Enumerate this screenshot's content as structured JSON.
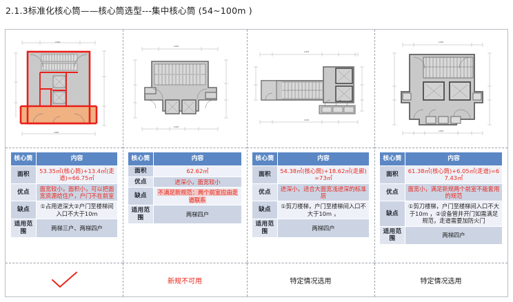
{
  "page": {
    "title": "2.1.3标准化核心筒——核心筒选型---集中核心筒 (54~100m )"
  },
  "colors": {
    "header_blue": "#5b87c4",
    "label_cell": "#ccd4e4",
    "value_cell": "#eef1f8",
    "value_cell_alt": "#ccd4e4",
    "accent_red": "#e8271c",
    "frame_gray": "#b9bdc4",
    "plan_red": "#e8201a",
    "plan_orange": "#f0b183",
    "plan_gray": "#c9c9c9"
  },
  "table_headers": {
    "label": "核心筒",
    "content": "内容"
  },
  "row_labels": {
    "area": "面积",
    "pros": "优点",
    "cons": "缺点",
    "scope": "适用范围"
  },
  "panels": [
    {
      "id": "panel-1",
      "plan_name": "plan-drawing-red-core",
      "area": "53.35㎡(核心筒)+13.4㎡(走道)=66.75㎡",
      "pros": "面宽较小，面积小，可以把面宽资源给住户，户门不在前室",
      "cons": "①占用进深大②户门至楼梯间入口不大于10m",
      "scope": "两梯三户、两梯四户",
      "footer": "",
      "footer_icon": "red-check-icon",
      "area_red": true,
      "pros_red": true,
      "pros_highlight": true,
      "cons_red": false,
      "footer_red": false
    },
    {
      "id": "panel-2",
      "plan_name": "plan-drawing-gray-symmetric",
      "area": "62.62㎡",
      "pros": "进深小，面宽较小",
      "cons": "不满足新规范：两个前室应由走道联系",
      "scope": "两梯四户",
      "footer": "新规不可用",
      "footer_icon": "",
      "area_red": true,
      "pros_red": true,
      "pros_highlight": false,
      "cons_red": true,
      "cons_highlight": true,
      "footer_red": true
    },
    {
      "id": "panel-3",
      "plan_name": "plan-drawing-linear-corridor",
      "area": "54.38㎡(核心筒)+18.62㎡(走廊)=73㎡",
      "pros": "进深小，适合大面宽浅进深的标准层",
      "cons": "①剪刀楼梯，户门至楼梯间入口不大于10m ，",
      "scope": "两梯四户",
      "footer": "特定情况选用",
      "footer_icon": "",
      "area_red": true,
      "pros_red": true,
      "pros_highlight": false,
      "cons_red": false,
      "footer_red": false
    },
    {
      "id": "panel-4",
      "plan_name": "plan-drawing-wide-core",
      "area": "61.38㎡(核心筒)+6.05㎡(走道)=67.43㎡",
      "pros": "面宽小，满足新规两个前室不能套用的规范",
      "cons": "①剪刀楼梯，户门至楼梯间入口不大于10m ，②设备管井开门如需满足规范，走道需要加防火门",
      "scope": "两梯四户",
      "footer": "特定情况选用",
      "footer_icon": "",
      "area_red": true,
      "pros_red": true,
      "pros_highlight": true,
      "cons_red": false,
      "footer_red": false
    }
  ]
}
